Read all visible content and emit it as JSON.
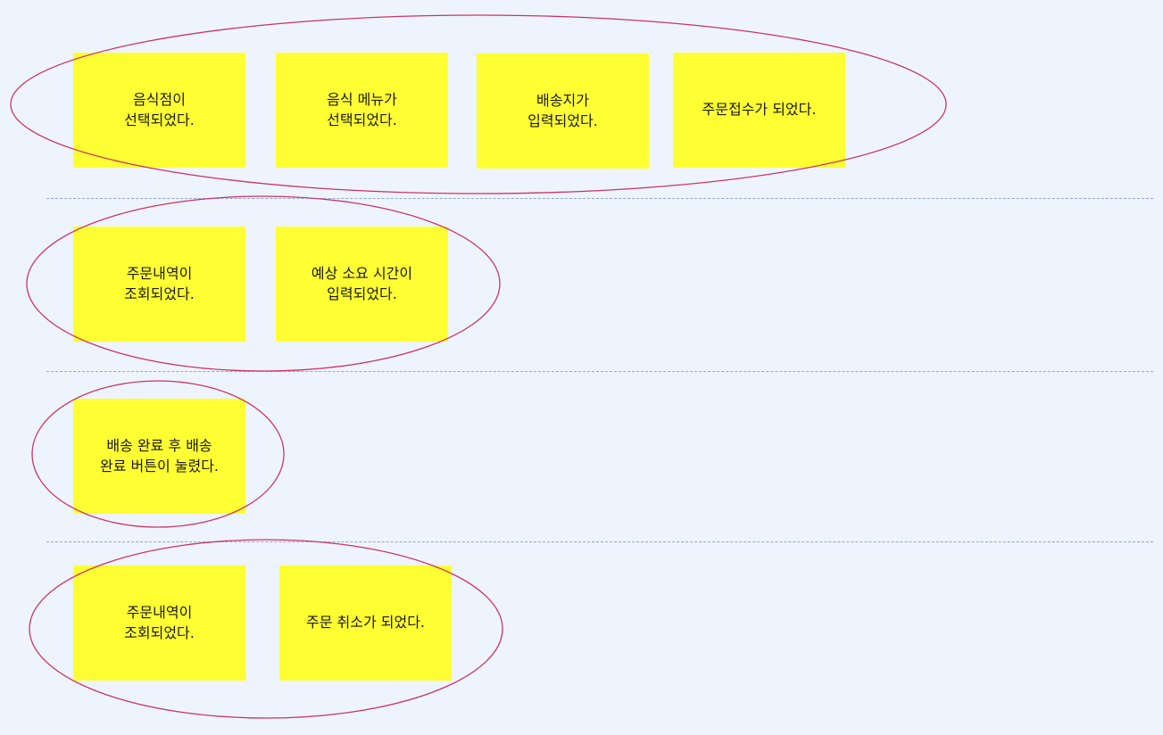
{
  "colors": {
    "background": "#eef4fd",
    "sticky_note": "#ffff33",
    "group_outline": "#cc3366",
    "divider": "#8fa6d6"
  },
  "rows": [
    {
      "stickies": [
        {
          "text": "음식점이\n선택되었다."
        },
        {
          "text": "음식 메뉴가\n선택되었다."
        },
        {
          "text": "배송지가\n입력되었다."
        },
        {
          "text": "주문접수가 되었다."
        }
      ]
    },
    {
      "stickies": [
        {
          "text": "주문내역이\n조회되었다."
        },
        {
          "text": "예상 소요 시간이\n입력되었다."
        }
      ]
    },
    {
      "stickies": [
        {
          "text": "배송 완료 후 배송\n완료 버튼이 눌렸다."
        }
      ]
    },
    {
      "stickies": [
        {
          "text": "주문내역이\n조회되었다."
        },
        {
          "text": "주문 취소가 되었다."
        }
      ]
    }
  ]
}
